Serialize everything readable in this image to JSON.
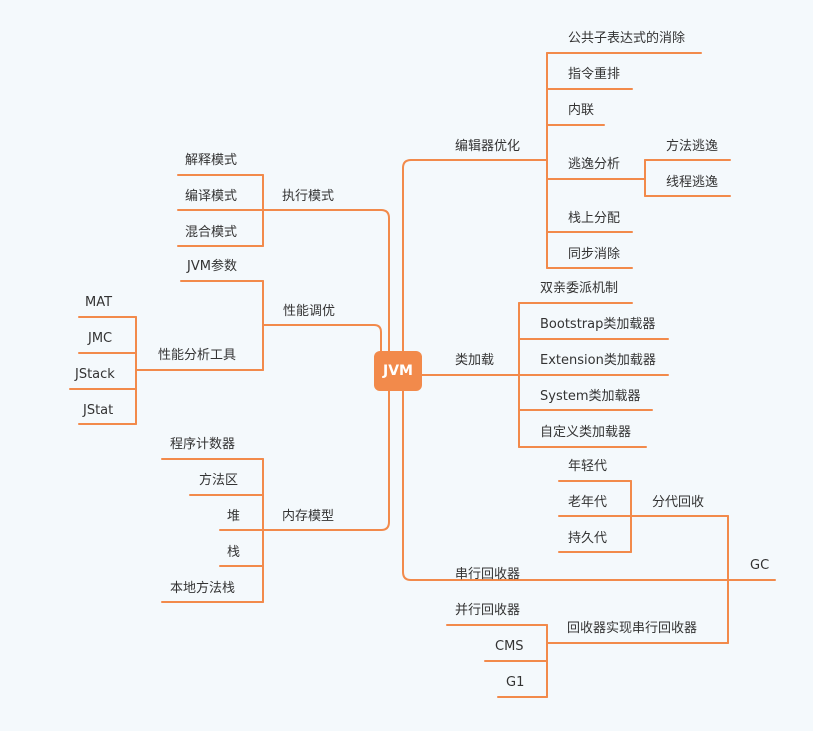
{
  "colors": {
    "line": "#f28a4b",
    "root_fill": "#f28a4b",
    "text": "#333333",
    "background": "#f4f9fc"
  },
  "root": "JVM",
  "exec_mode": {
    "label": "执行模式",
    "children": [
      "解释模式",
      "编译模式",
      "混合模式"
    ]
  },
  "perf_tuning": {
    "label": "性能调优",
    "jvm_params": "JVM参数",
    "tools": {
      "label": "性能分析工具",
      "children": [
        "MAT",
        "JMC",
        "JStack",
        "JStat"
      ]
    }
  },
  "memory_model": {
    "label": "内存模型",
    "children": [
      "程序计数器",
      "方法区",
      "堆",
      "栈",
      "本地方法栈"
    ]
  },
  "compiler_opt": {
    "label": "编辑器优化",
    "children": [
      "公共子表达式的消除",
      "指令重排",
      "内联",
      "逃逸分析",
      "栈上分配",
      "同步消除"
    ],
    "escape": [
      "方法逃逸",
      "线程逃逸"
    ]
  },
  "class_loading": {
    "label": "类加载",
    "children": [
      "双亲委派机制",
      "Bootstrap类加载器",
      "Extension类加载器",
      "System类加载器",
      "自定义类加载器"
    ]
  },
  "gc": {
    "label": "GC",
    "generational": {
      "label": "分代回收",
      "children": [
        "年轻代",
        "老年代",
        "持久代"
      ]
    },
    "serial": "串行回收器",
    "collectors": {
      "label": "回收器实现串行回收器",
      "children": [
        "并行回收器",
        "CMS",
        "G1"
      ]
    }
  }
}
